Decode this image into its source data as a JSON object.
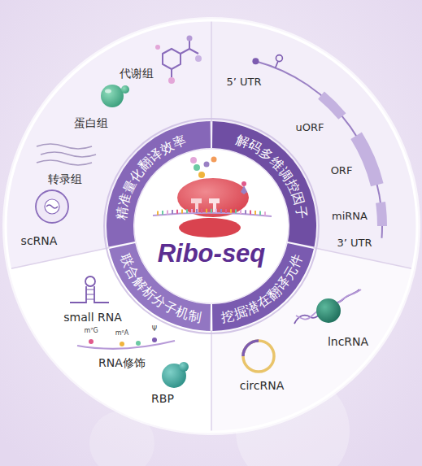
{
  "diagram": {
    "nodes": [
      {
        "text": [
          "精准量化翻译效率"
        ]
      },
      {
        "text": [
          "解码多维调控因子"
        ]
      },
      {
        "text": [
          "挖掘潜在翻译元件"
        ]
      },
      {
        "text": [
          "联合解析分子机制"
        ]
      },
      {
        "text": [
          "Ribo-seq"
        ]
      }
    ],
    "labels": [
      "代谢组",
      "蛋白组",
      "转录组",
      "scRNA",
      "5’ UTR",
      "uORF",
      "ORF",
      "miRNA",
      "3’ UTR",
      "small RNA",
      "m⁷G",
      "m⁶A",
      "Ψ",
      "RNA修饰",
      "RBP",
      "circRNA",
      "lncRNA"
    ]
  }
}
